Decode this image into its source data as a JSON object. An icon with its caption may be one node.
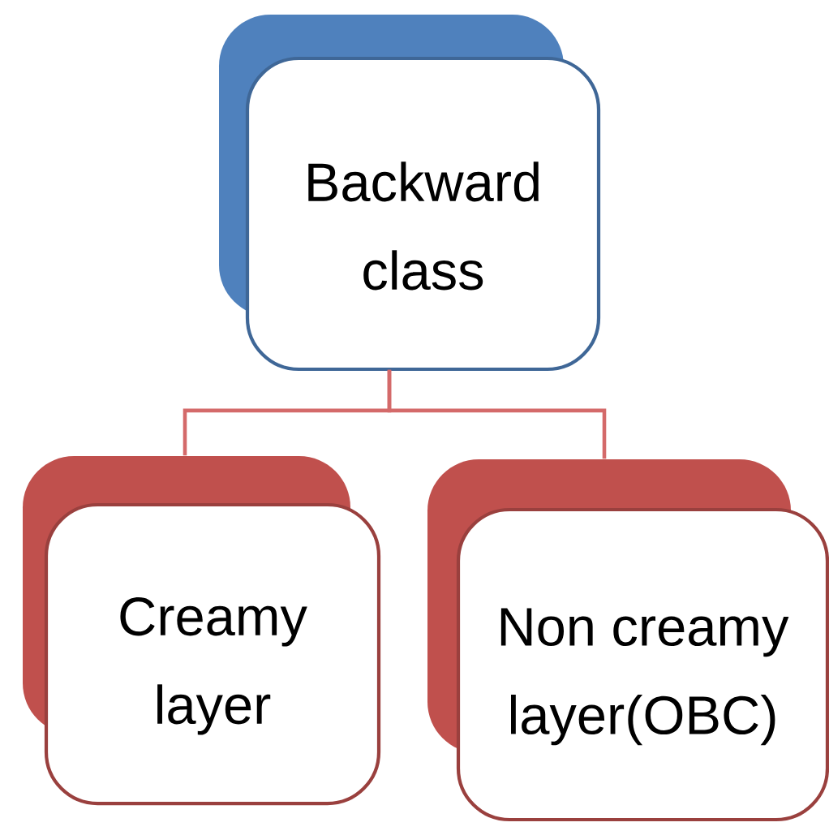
{
  "diagram": {
    "nodes": [
      {
        "text": [
          "Backward class"
        ]
      },
      {
        "text": [
          "Creamy layer"
        ]
      },
      {
        "text": [
          "Non creamy layer(OBC)"
        ]
      }
    ],
    "edges": [
      {
        "from": 0,
        "to": 1,
        "arrow": "none"
      },
      {
        "from": 0,
        "to": 2,
        "arrow": "none"
      }
    ]
  }
}
